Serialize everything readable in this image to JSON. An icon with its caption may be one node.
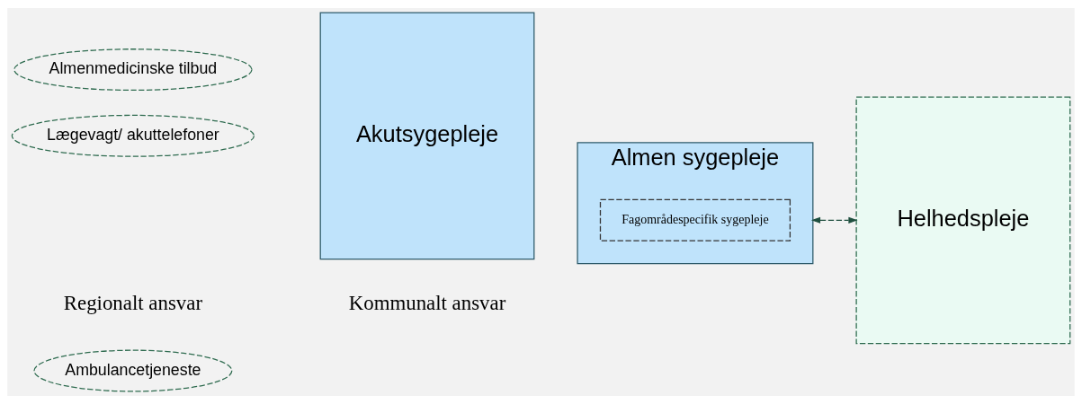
{
  "diagram": {
    "nodes": [
      {
        "text": [
          "Ambulancetjeneste"
        ]
      },
      {
        "text": [
          "Lægevagt/ akuttelefoner"
        ]
      },
      {
        "text": [
          "Almenmedicinske tilbud"
        ]
      },
      {
        "text": [
          "Akutsygepleje"
        ]
      },
      {
        "text": [
          "Almen sygepleje"
        ]
      },
      {
        "text": [
          "Fagområdespecifik sygepleje"
        ],
        "in": 4
      },
      {
        "text": [
          "Helhedspleje"
        ]
      }
    ],
    "edges": [
      {
        "from": 4,
        "to": 6,
        "arrow": "both",
        "style": "dashed"
      }
    ],
    "labels": [
      "Regionalt ansvar",
      "Kommunalt ansvar"
    ]
  }
}
